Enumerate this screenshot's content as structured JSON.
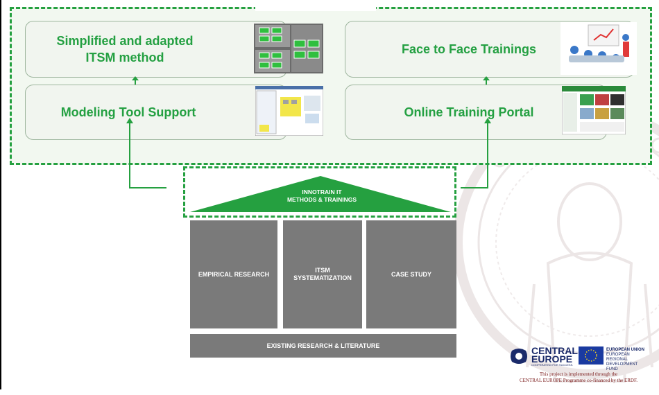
{
  "boxes": {
    "itsm_method": "Simplified and adapted ITSM method",
    "face_to_face": "Face to Face Trainings",
    "modeling_tool": "Modeling Tool Support",
    "online_portal": "Online Training Portal"
  },
  "house": {
    "roof_line1": "INNOTRAIN IT",
    "roof_line2": "METHODS & TRAININGS",
    "pillar_left": "EMPIRICAL RESEARCH",
    "pillar_middle_line1": "ITSM",
    "pillar_middle_line2": "SYSTEMATIZATION",
    "pillar_right": "CASE STUDY",
    "foundation": "EXISTING RESEARCH & LITERATURE"
  },
  "logos": {
    "central_line1": "CENTRAL",
    "central_line2": "EUROPE",
    "central_tagline": "COOPERATING FOR SUCCESS.",
    "eu_line1": "EUROPEAN UNION",
    "eu_line2": "EUROPEAN REGIONAL",
    "eu_line3": "DEVELOPMENT FUND"
  },
  "footer": {
    "line1": "This project is implemented through the",
    "line2": "CENTRAL EUROPE Programme co-financed by the ERDF."
  },
  "colors": {
    "accent_green": "#24a042",
    "pillar_gray": "#7a7a7a",
    "panel_bg": "#f2f8f0"
  }
}
